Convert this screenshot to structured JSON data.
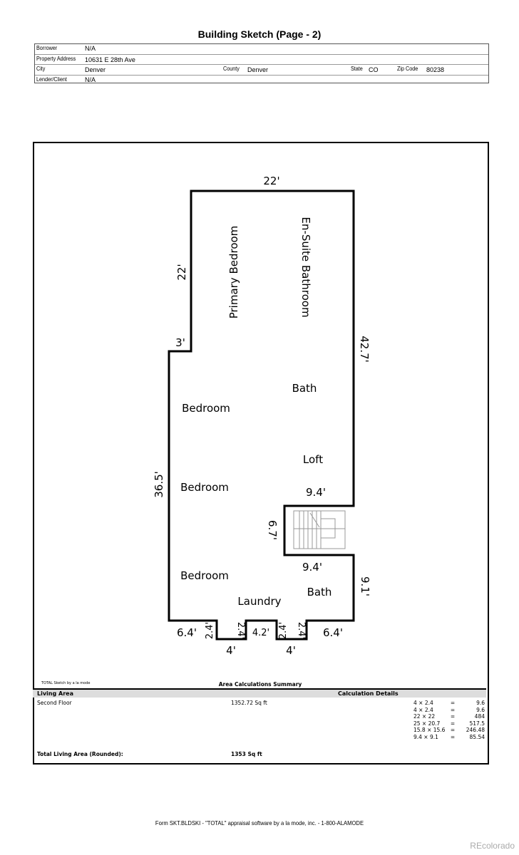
{
  "title": "Building Sketch (Page - 2)",
  "header": {
    "borrower_label": "Borrower",
    "borrower": "N/A",
    "address_label": "Property Address",
    "address": "10631 E 28th Ave",
    "city_label": "City",
    "city": "Denver",
    "county_label": "County",
    "county": "Denver",
    "state_label": "State",
    "state": "CO",
    "zip_label": "Zip Code",
    "zip": "80238",
    "lender_label": "Lender/Client",
    "lender": "N/A"
  },
  "sketch": {
    "rooms": [
      "Primary Bedroom",
      "En-Suite Bathroom",
      "Bath",
      "Bedroom",
      "Loft",
      "Bedroom",
      "Bedroom",
      "Laundry",
      "Bath"
    ],
    "dims": {
      "top": "22'",
      "left_upper": "22'",
      "step": "3'",
      "right": "42.7'",
      "left": "36.5'",
      "stair_top": "9.4'",
      "stair_side": "6.7'",
      "stair_bottom": "9.4'",
      "right_lower": "9.1'",
      "bl": "6.4'",
      "bl_h": "2.4'",
      "b1": "4'",
      "mid_w": "4.2'",
      "mid_h1": "2.4'",
      "mid_h2": "2.4'",
      "br_h": "2.4'",
      "br": "6.4'",
      "b2": "4'"
    }
  },
  "summary": {
    "credit": "TOTAL Sketch by a la mode",
    "title": "Area Calculations Summary",
    "living_area_header": "Living Area",
    "calc_header": "Calculation Details",
    "floor": "Second Floor",
    "floor_area": "1352.72 Sq ft",
    "calcs": [
      {
        "expr": "4 × 2.4",
        "eq": "=",
        "res": "9.6"
      },
      {
        "expr": "4 × 2.4",
        "eq": "=",
        "res": "9.6"
      },
      {
        "expr": "22 × 22",
        "eq": "=",
        "res": "484"
      },
      {
        "expr": "25 × 20.7",
        "eq": "=",
        "res": "517.5"
      },
      {
        "expr": "15.8 × 15.6",
        "eq": "=",
        "res": "246.48"
      },
      {
        "expr": "9.4 × 9.1",
        "eq": "=",
        "res": "85.54"
      }
    ],
    "total_label": "Total Living Area (Rounded):",
    "total": "1353 Sq ft"
  },
  "footer": "Form SKT.BLDSKI - \"TOTAL\" appraisal software by a la mode, inc. - 1-800-ALAMODE",
  "watermark": "REcolorado"
}
